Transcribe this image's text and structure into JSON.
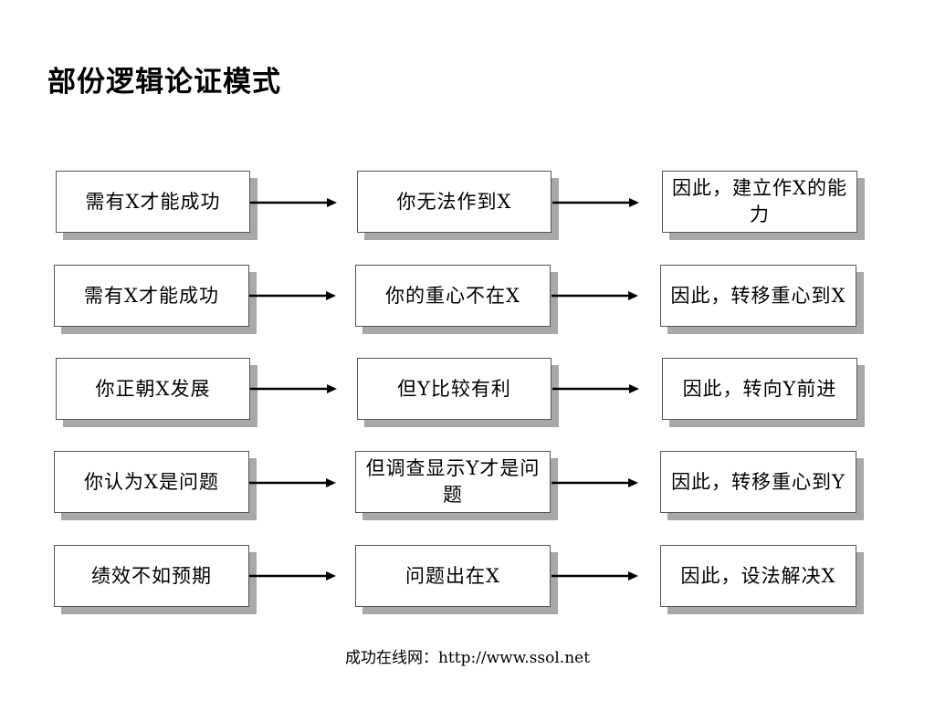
{
  "title": "部份逻辑论证模式",
  "rows": [
    {
      "col1": "需有X才能成功",
      "col2": "你无法作到X",
      "col3": "因此，建立作X的能力"
    },
    {
      "col1": "需有X才能成功",
      "col2": "你的重心不在X",
      "col3": "因此，转移重心到X"
    },
    {
      "col1": "你正朝X发展",
      "col2": "但Y比较有利",
      "col3": "因此，转向Y前进"
    },
    {
      "col1": "你认为X是问题",
      "col2": "但调查显示Y才是问题",
      "col3": "因此，转移重心到Y"
    },
    {
      "col1": "绩效不如预期",
      "col2": "问题出在X",
      "col3": "因此，设法解决X"
    }
  ],
  "footer": "成功在线网：http://www.ssol.net",
  "colors": {
    "box_border": "#555555",
    "box_shadow": "#a8a8a8",
    "arrow": "#000000"
  }
}
